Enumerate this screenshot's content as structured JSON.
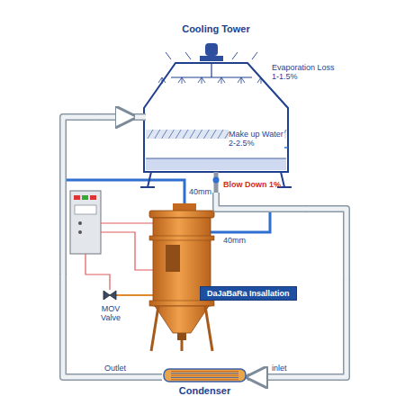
{
  "diagram": {
    "nodes": [
      {
        "text": [
          "Cooling Tower"
        ]
      },
      {
        "text": [
          "DaJaBaRa Insallation"
        ]
      },
      {
        "text": [
          "Condenser"
        ]
      }
    ],
    "edges": [
      {
        "from": 2,
        "to": 0,
        "arrow": "to"
      },
      {
        "from": 0,
        "to": 2,
        "arrow": "to"
      }
    ],
    "labels": [
      "Evaporation Loss 1-1.5%",
      "Make up Water 2-2.5%",
      "Blow Down 1%",
      "40mm",
      "40mm",
      "MOV Valve",
      "Outlet",
      "inlet"
    ]
  }
}
